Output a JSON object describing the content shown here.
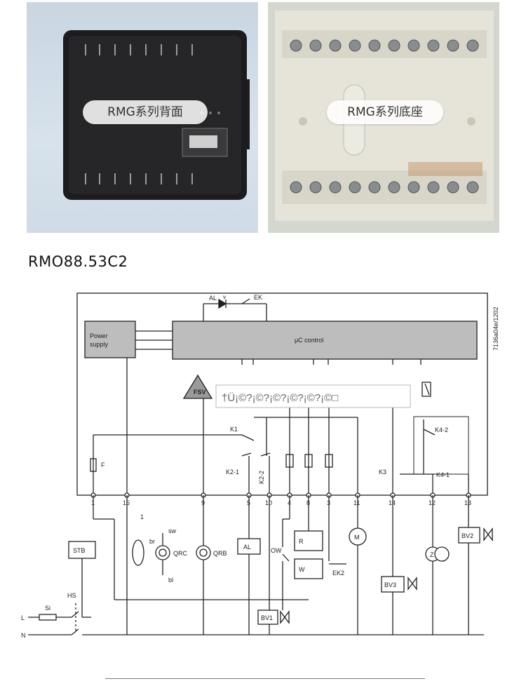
{
  "photos": {
    "left_caption": "RMG系列背面",
    "right_caption": "RMG系列底座"
  },
  "model_title": "RMO88.53C2",
  "diagram": {
    "doc_code": "7136a04e/1202",
    "blocks": {
      "power_supply": [
        "Power",
        "supply"
      ],
      "uc_control": "μC control",
      "fsv": "FSV",
      "garbled_overlay": "†Ü¡©?¡©?¡©?¡©?¡©?¡©□"
    },
    "top_labels": {
      "al": "AL",
      "v": "v",
      "ek": "EK"
    },
    "relays": {
      "k1": "K1",
      "k2_1": "K2-1",
      "k2_2": "K2-2",
      "k3": "K3",
      "k4_1": "K4-1",
      "k4_2": "K4-2",
      "f": "F"
    },
    "terminals": [
      "1",
      "15",
      "9",
      "5",
      "10",
      "4",
      "8",
      "3",
      "11",
      "14",
      "12",
      "13"
    ],
    "devices": {
      "stb": "STB",
      "hs": "HS",
      "si": "Si",
      "l": "L",
      "n": "N",
      "one": "1",
      "br": "br",
      "sw": "sw",
      "bl": "bl",
      "qrc": "QRC",
      "qrb": "QRB",
      "al": "AL",
      "ow": "OW",
      "r": "R",
      "w": "W",
      "ek2": "EK2",
      "m": "M",
      "bv1": "BV1",
      "bv2": "BV2",
      "bv3": "BV3",
      "z": "Z"
    }
  }
}
